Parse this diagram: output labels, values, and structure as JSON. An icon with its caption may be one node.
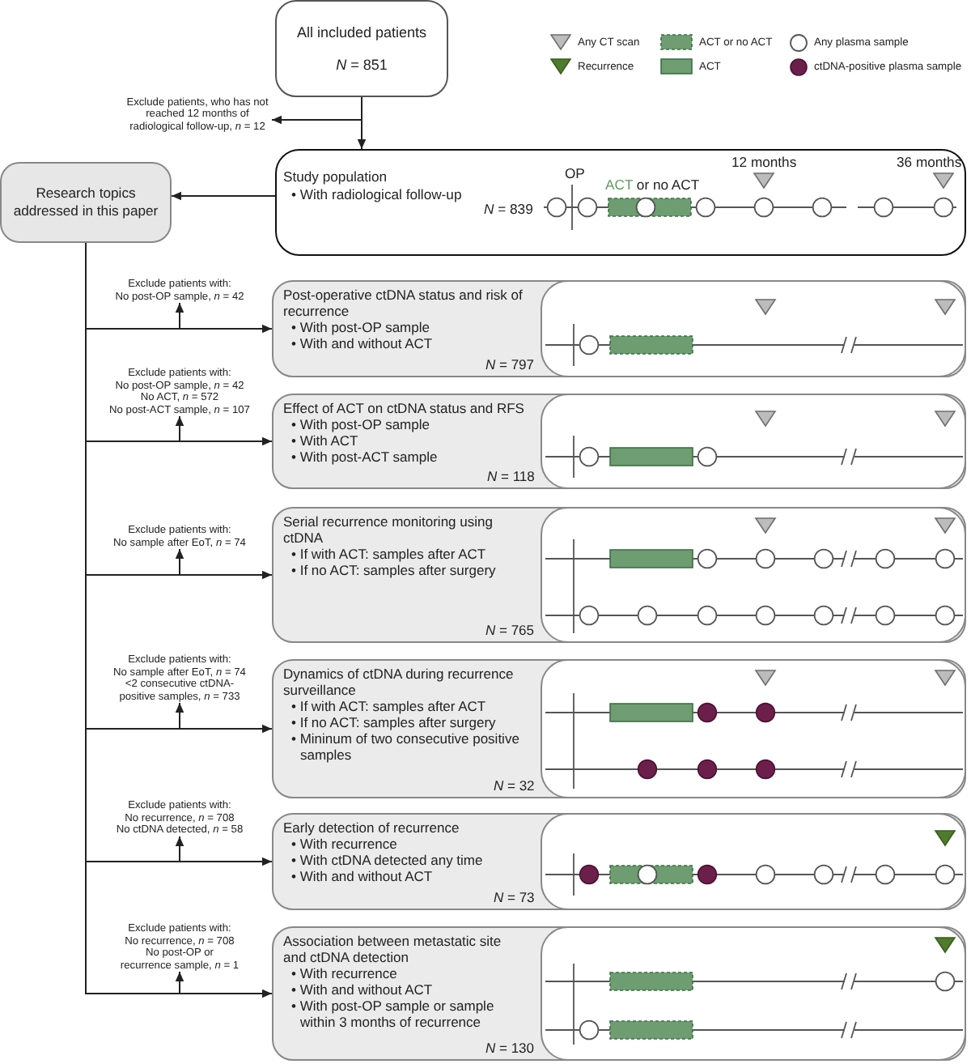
{
  "diagram": {
    "nodes": [
      {
        "text": [
          "All included patients",
          "*N* = 851"
        ]
      },
      {
        "text": [
          "Exclude patients, who has not reached 12 months of radiological follow-up, *n* = 12"
        ]
      },
      {
        "text": [
          "Study population",
          "• With radiological follow-up",
          "*N* = 839",
          "OP",
          "ACT or no ACT",
          "12 months",
          "36 months"
        ]
      },
      {
        "text": [
          "Research topics addressed in this paper"
        ]
      },
      {
        "text": [
          "Exclude patients with:",
          "No post-OP sample, *n* = 42"
        ]
      },
      {
        "text": [
          "Post-operative ctDNA status and risk of recurrence",
          "• With post-OP sample",
          "• With and without ACT",
          "*N* = 797"
        ]
      },
      {
        "text": [
          "Exclude patients with:",
          "No post-OP sample, *n* = 42",
          "No ACT, *n* = 572",
          "No post-ACT sample, *n* = 107"
        ]
      },
      {
        "text": [
          "Effect of ACT on ctDNA status and RFS",
          "• With post-OP sample",
          "• With ACT",
          "• With post-ACT sample",
          "*N* = 118"
        ]
      },
      {
        "text": [
          "Exclude patients with:",
          "No sample after EoT, *n* = 74"
        ]
      },
      {
        "text": [
          "Serial recurrence monitoring using ctDNA",
          "• If with ACT: samples after ACT",
          "• If no ACT: samples after surgery",
          "*N* = 765"
        ]
      },
      {
        "text": [
          "Exclude patients with:",
          "No sample after EoT, *n* = 74",
          "<2 consecutive ctDNA-positive samples, *n* = 733"
        ]
      },
      {
        "text": [
          "Dynamics of ctDNA during recurrence surveillance",
          "• If with ACT: samples after ACT",
          "• If no ACT: samples after surgery",
          "• Mininum of two consecutive positive samples",
          "*N* = 32"
        ]
      },
      {
        "text": [
          "Exclude patients with:",
          "No recurrence, *n* = 708",
          "No ctDNA detected, *n* = 58"
        ]
      },
      {
        "text": [
          "Early detection of recurrence",
          "• With recurrence",
          "• With ctDNA detected any time",
          "• With and without ACT",
          "*N* = 73"
        ]
      },
      {
        "text": [
          "Exclude patients with:",
          "No recurrence, *n* = 708",
          "No post-OP or recurrence sample, *n* = 1"
        ]
      },
      {
        "text": [
          "Association between metastatic site and ctDNA detection",
          "• With recurrence",
          "• With and without ACT",
          "• With post-OP sample or sample within 3 months of recurrence",
          "*N* = 130"
        ]
      }
    ],
    "edges": [
      {
        "from": 0,
        "to": 2,
        "arrow": "to"
      },
      {
        "from": 0,
        "to": 1,
        "arrow": "to"
      },
      {
        "from": 2,
        "to": 3,
        "arrow": "to"
      },
      {
        "from": 3,
        "to": 4,
        "arrow": "to"
      },
      {
        "from": 3,
        "to": 5,
        "arrow": "to"
      },
      {
        "from": 3,
        "to": 6,
        "arrow": "to"
      },
      {
        "from": 3,
        "to": 7,
        "arrow": "to"
      },
      {
        "from": 3,
        "to": 8,
        "arrow": "to"
      },
      {
        "from": 3,
        "to": 9,
        "arrow": "to"
      },
      {
        "from": 3,
        "to": 10,
        "arrow": "to"
      },
      {
        "from": 3,
        "to": 11,
        "arrow": "to"
      },
      {
        "from": 3,
        "to": 12,
        "arrow": "to"
      },
      {
        "from": 3,
        "to": 13,
        "arrow": "to"
      },
      {
        "from": 3,
        "to": 14,
        "arrow": "to"
      },
      {
        "from": 3,
        "to": 15,
        "arrow": "to"
      }
    ],
    "legend": [
      {
        "text": "Any CT scan"
      },
      {
        "text": "ACT or no ACT",
        "color": "#6d9d70"
      },
      {
        "text": "Any plasma sample"
      },
      {
        "text": "Recurrence"
      },
      {
        "text": "ACT",
        "color": "#6d9d70"
      },
      {
        "text": "ctDNA-positive plasma sample"
      }
    ]
  }
}
